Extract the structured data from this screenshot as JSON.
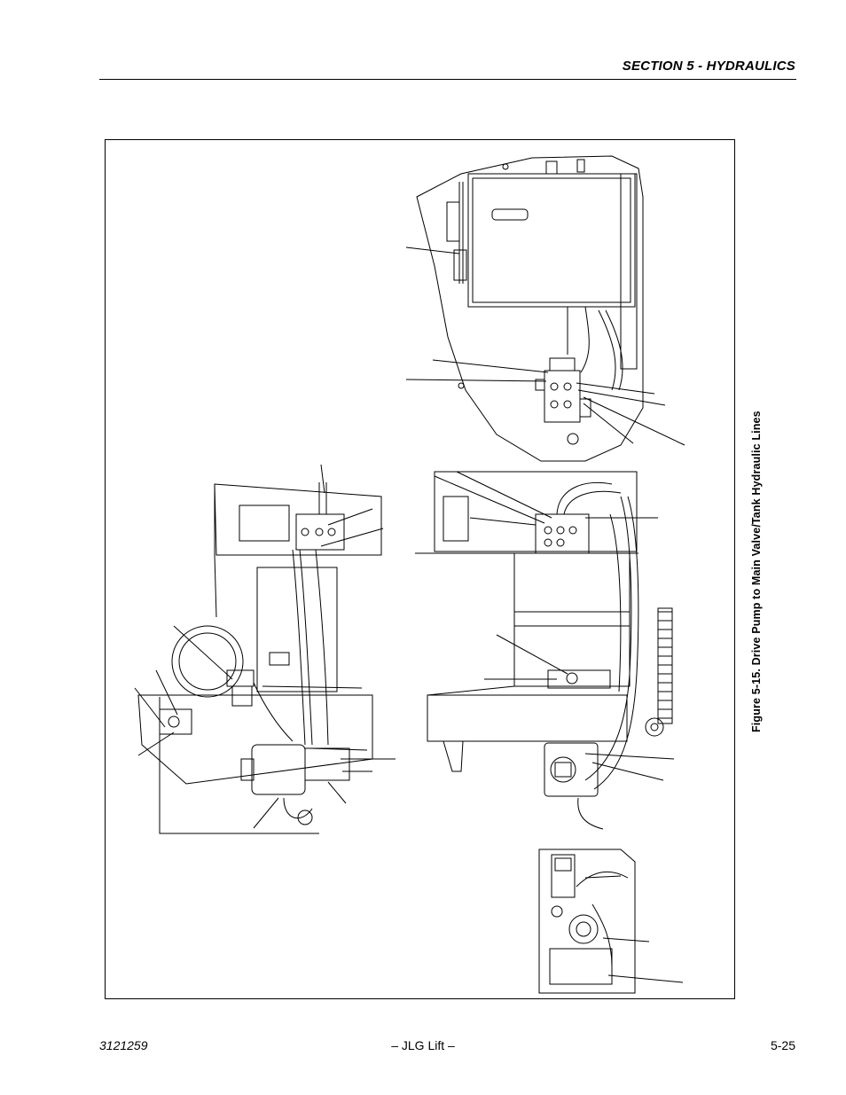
{
  "header": {
    "section_title": "SECTION 5 - HYDRAULICS"
  },
  "figure": {
    "caption": "Figure 5-15.  Drive Pump to Main Valve/Tank Hydraulic Lines"
  },
  "footer": {
    "doc_number": "3121259",
    "brand": "– JLG Lift –",
    "page_number": "5-25"
  }
}
